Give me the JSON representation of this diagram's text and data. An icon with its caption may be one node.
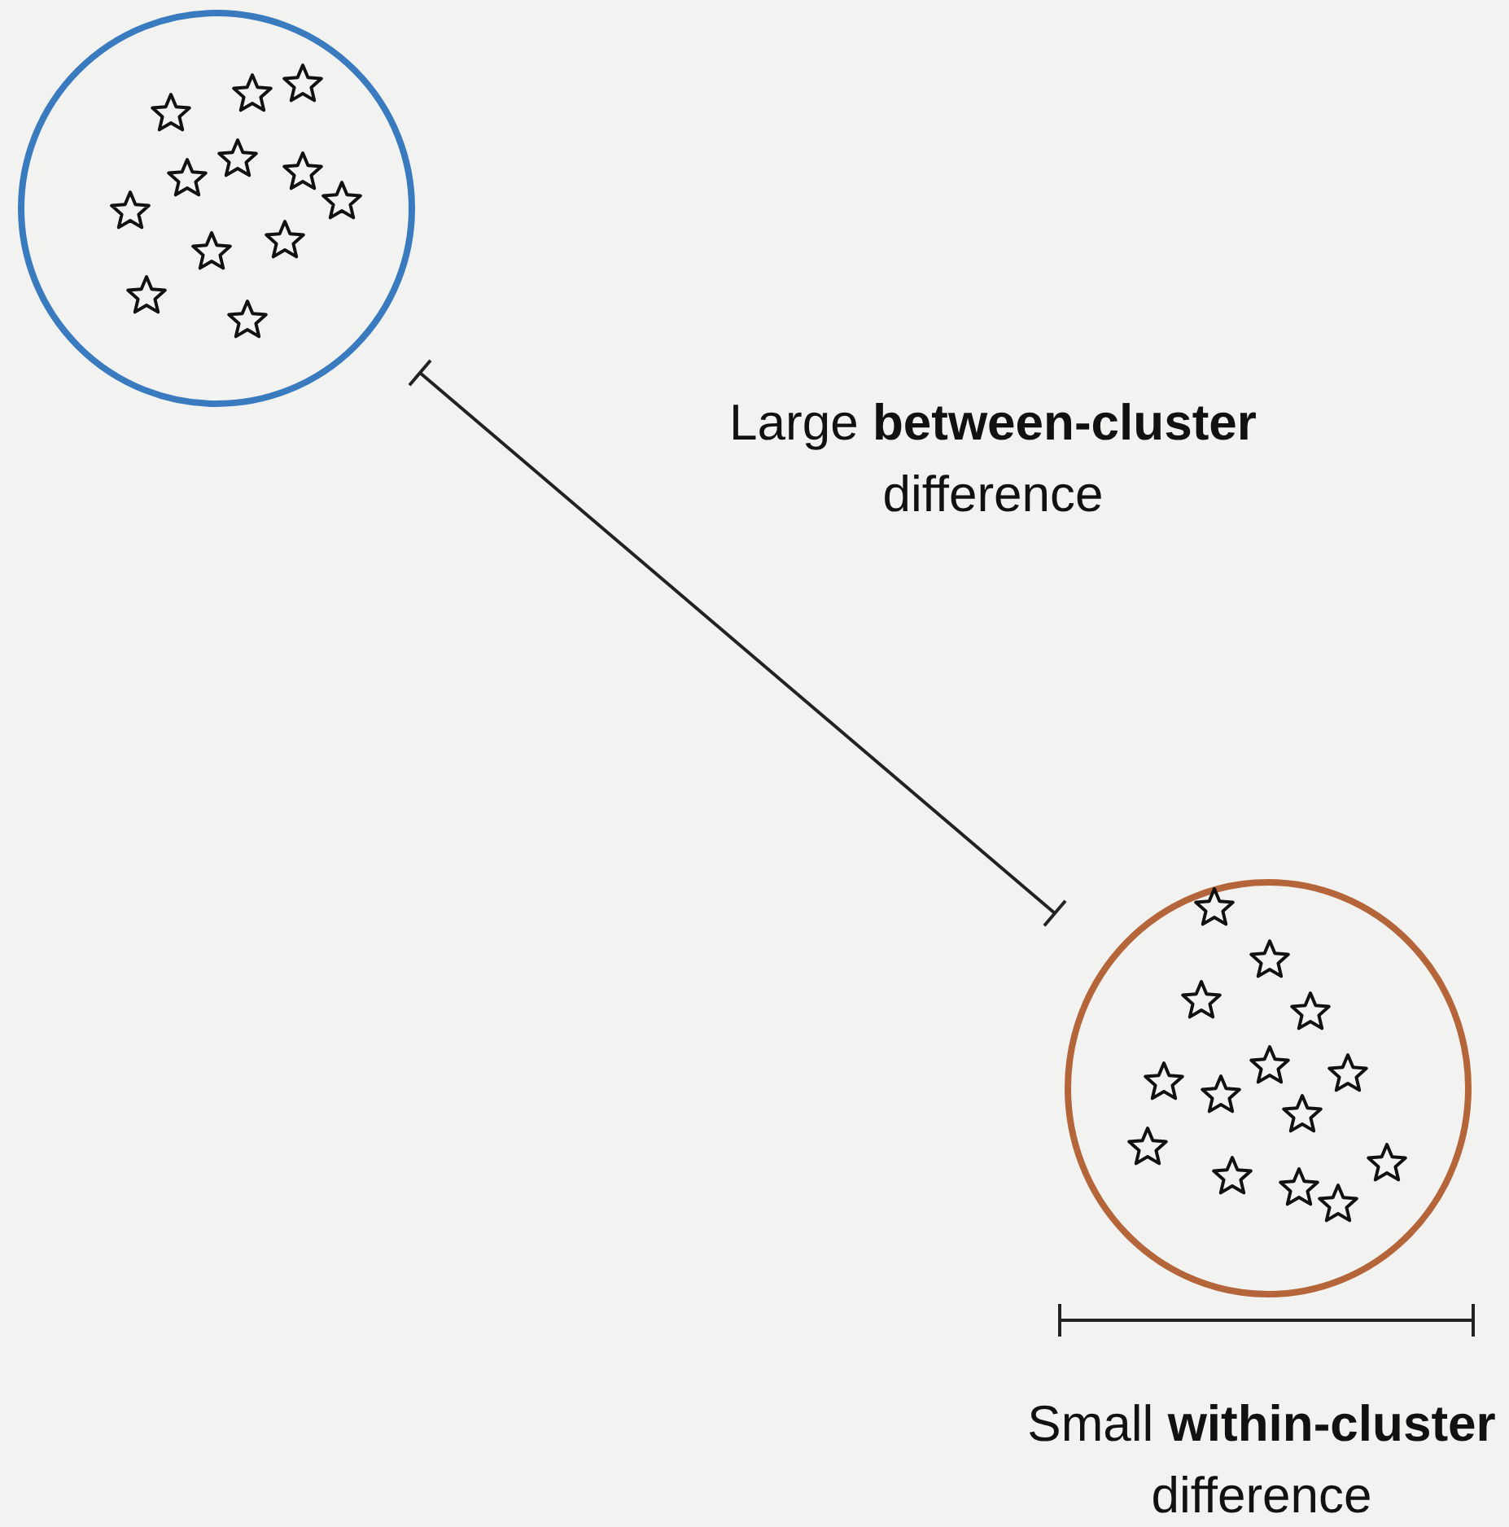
{
  "diagram": {
    "nodes": [
      {
        "text": [],
        "shape": "circle"
      },
      {
        "text": [],
        "shape": "circle"
      }
    ],
    "labels": [
      "Large **between-cluster** difference",
      "Small **within-cluster** difference"
    ]
  }
}
